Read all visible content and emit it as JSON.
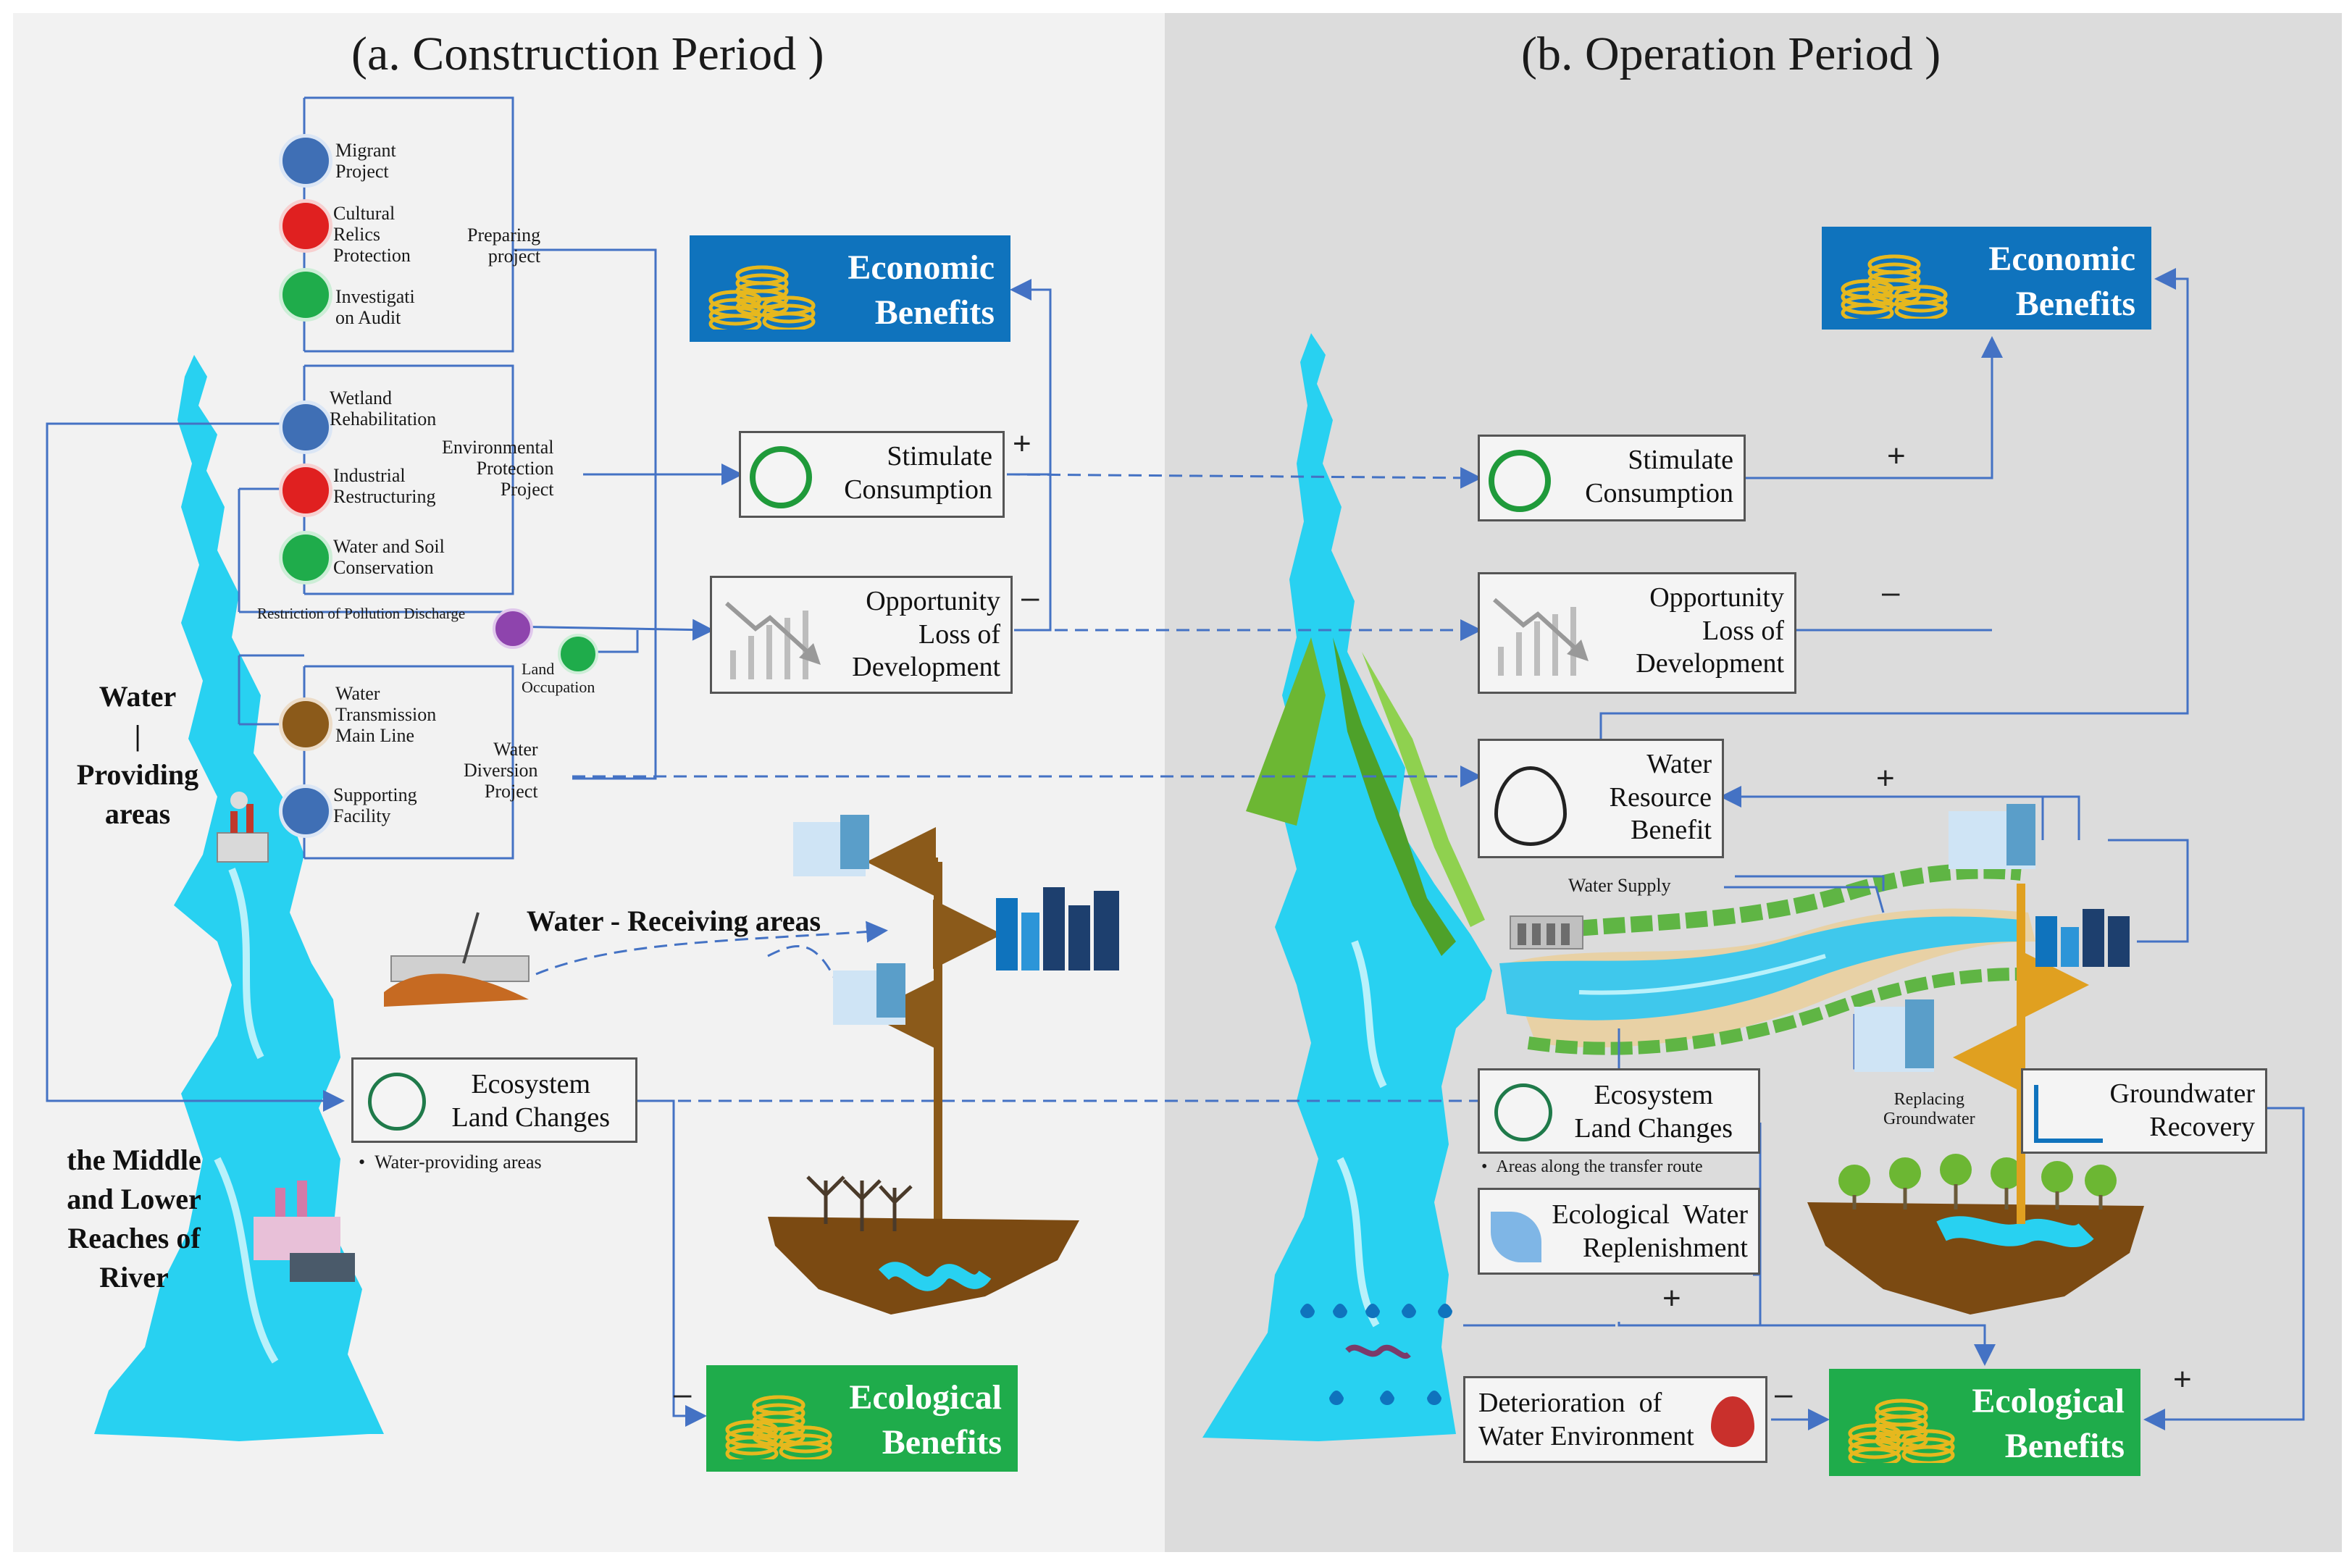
{
  "titles": {
    "construction": "(a. Construction Period )",
    "operation": "(b. Operation Period )"
  },
  "colors": {
    "left_bg": "#f2f2f2",
    "right_bg": "#dcdcdc",
    "economic": "#0f73bd",
    "ecological": "#1fac4b",
    "river": "#28d1f1",
    "arrow": "#4472c4",
    "root": "#8b5a1a",
    "coin": "#e6b81e"
  },
  "left": {
    "preparing": {
      "items": [
        "Migrant\nProject",
        "Cultural\nRelics\nProtection",
        "Investigati\non Audit"
      ],
      "group_label": "Preparing\nproject"
    },
    "environmental": {
      "items": [
        "Wetland\nRehabilitation",
        "Industrial\nRestructuring",
        "Water and Soil\nConservation"
      ],
      "group_label": "Environmental\nProtection\nProject"
    },
    "restriction": "Restriction of Pollution Discharge",
    "land_occupation": "Land\nOccupation",
    "diversion": {
      "items": [
        "Water\nTransmission\nMain Line",
        "Supporting\nFacility"
      ],
      "group_label": "Water\nDiversion\nProject"
    },
    "economic_benefits": "Economic\nBenefits",
    "stimulate": "Stimulate\nConsumption",
    "opportunity": "Opportunity\nLoss of\nDevelopment",
    "water_providing": "Water\n|\nProviding\nareas",
    "water_receiving": "Water - Receiving areas",
    "ecosystem": "Ecosystem\nLand Changes",
    "ecosystem_note": "Water-providing  areas",
    "middle_lower": "the Middle\nand Lower\nReaches of\nRiver",
    "ecological_benefits": "Ecological\nBenefits",
    "plus": "+",
    "minus": "–",
    "minus2": "–"
  },
  "right": {
    "economic_benefits": "Economic\nBenefits",
    "stimulate": "Stimulate\nConsumption",
    "opportunity": "Opportunity\nLoss of\nDevelopment",
    "water_resource": "Water\nResource\nBenefit",
    "water_supply": "Water Supply",
    "ecosystem": "Ecosystem\nLand Changes",
    "ecosystem_note": "Areas along the transfer route",
    "replacing": "Replacing\nGroundwater",
    "groundwater": "Groundwater\nRecovery",
    "ecological_water": "Ecological  Water\nReplenishment",
    "deterioration": "Deterioration  of\nWater Environment",
    "ecological_benefits": "Ecological\nBenefits",
    "plus_stim": "+",
    "minus_opp": "–",
    "plus_wr": "+",
    "plus_eco": "+",
    "minus_det": "–",
    "plus_gw": "+"
  }
}
